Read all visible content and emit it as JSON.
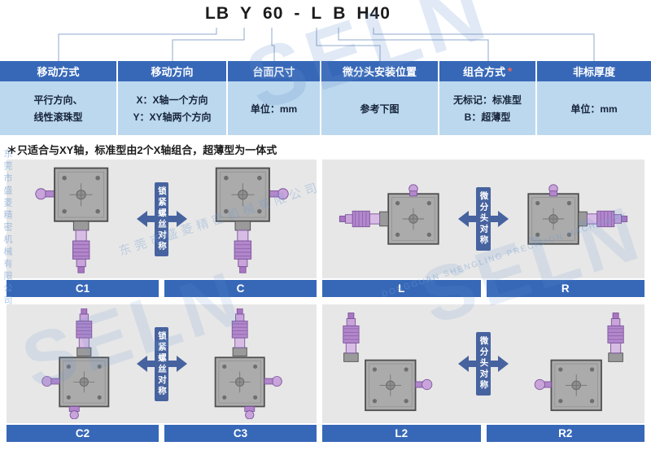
{
  "model_code": {
    "tokens": [
      "LB",
      "Y",
      "60",
      "-",
      "L",
      "B",
      "H40"
    ]
  },
  "spec_table": {
    "headers": [
      "移动方式",
      "移动方向",
      "台面尺寸",
      "微分头安装位置",
      "组合方式",
      "非标厚度"
    ],
    "header_star": "*",
    "cells": {
      "movement_type": {
        "line1": "平行方向、",
        "line2": "线性滚珠型"
      },
      "movement_direction": {
        "x_prefix": "X",
        "x_text": "：X轴一个方向",
        "y_prefix": "Y",
        "y_text": "：XY轴两个方向"
      },
      "table_size": "单位：mm",
      "micrometer_position": "参考下图",
      "combination": {
        "std_prefix": "无标记",
        "std_text": "：标准型",
        "thin_prefix": "B",
        "thin_text": "：超薄型"
      },
      "thickness": "单位：mm"
    }
  },
  "note": {
    "star": "＊",
    "text": "只适合与XY轴，标准型由2个X轴组合，超薄型为一体式"
  },
  "panels": {
    "row1": {
      "labels": [
        "C1",
        "C",
        "L",
        "R"
      ],
      "arrow_left": "锁紧螺丝对称",
      "arrow_right": "微分头对称"
    },
    "row2": {
      "labels": [
        "C2",
        "C3",
        "L2",
        "R2"
      ],
      "arrow_left": "锁紧螺丝对称",
      "arrow_right": "微分头对称"
    }
  },
  "watermark": {
    "brand": "SELN",
    "company": "东莞市盛菱精密机械有限公司",
    "company_en": "DONGGUAN SHENGLING PRECISION MACHINERY"
  },
  "colors": {
    "header_blue": "#3768b8",
    "cell_blue": "#bcd8ee",
    "label_blue": "#3768b8",
    "arrow_blue": "#47639f",
    "stage_purple": "#b287cb",
    "stage_gray": "#ababab",
    "panel_gray": "#e7e7e7",
    "header_star_red": "#ff6a4d"
  }
}
